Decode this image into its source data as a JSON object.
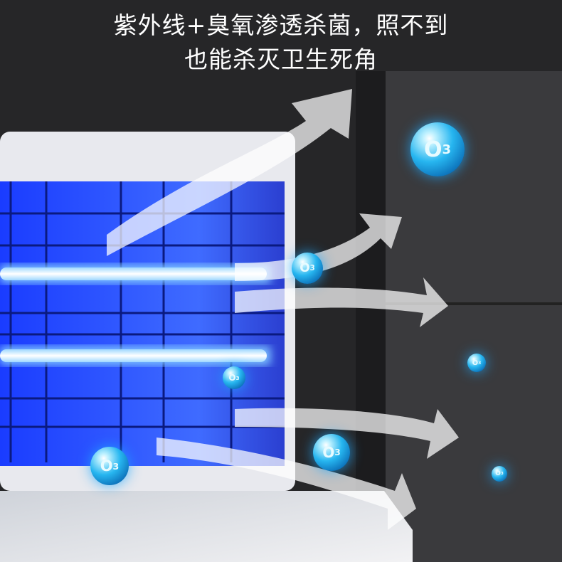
{
  "headline": {
    "line1": "紫外线+臭氧渗透杀菌，照不到",
    "line2": "也能杀灭卫生死角"
  },
  "bubble": {
    "letter": "O",
    "subscript": "3"
  },
  "colors": {
    "uv_blue": "#2a5cff",
    "background": "#262628",
    "bubble": "#27b6f0"
  }
}
